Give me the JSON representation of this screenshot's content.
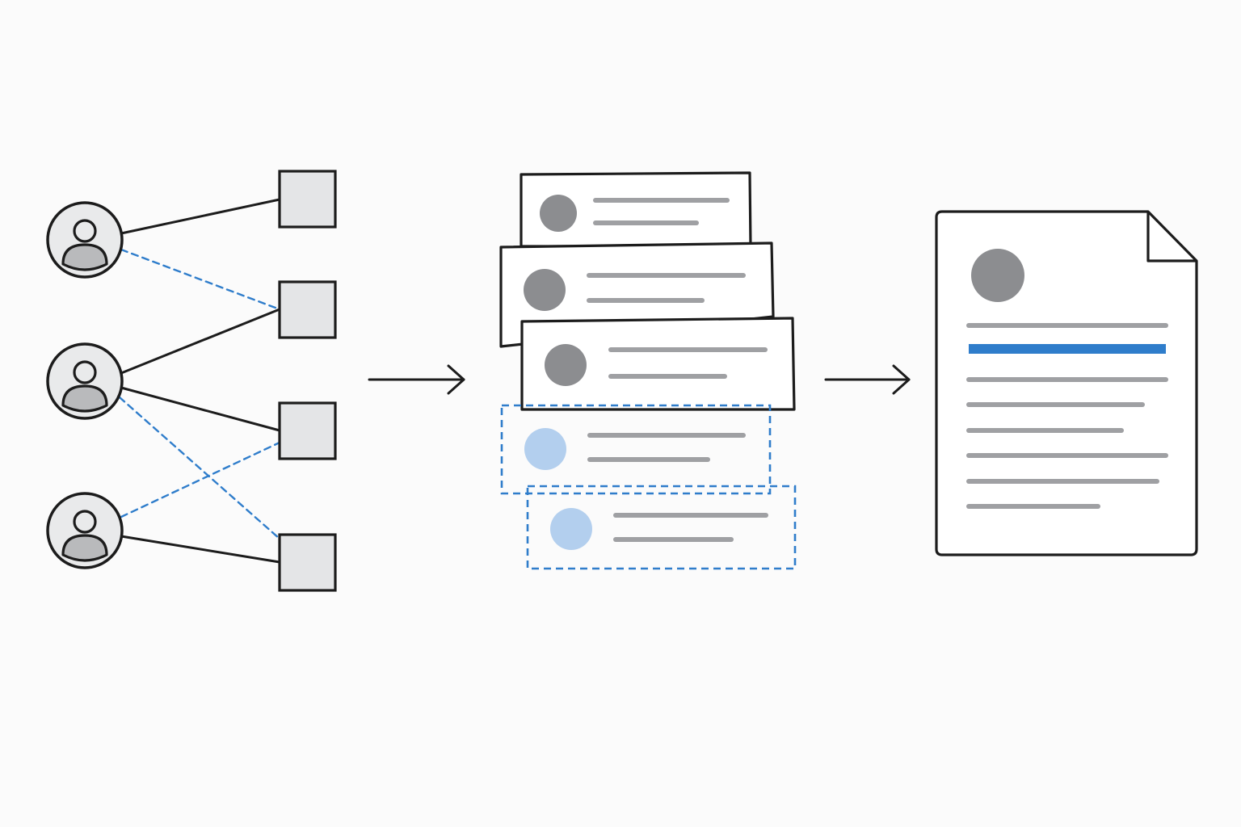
{
  "colors": {
    "background": "#fbfbfb",
    "stroke": "#1c1c1c",
    "accent": "#2f7dcb",
    "accent_light": "#b3cfee",
    "gray_dot": "#8c8d90",
    "gray_line": "#9fa0a3",
    "node_fill": "#e4e5e7",
    "user_fill": "#e9eaeb",
    "user_glyph_fill": "#b9babc"
  },
  "users": [
    {
      "name": "user-1",
      "icon": "user-icon"
    },
    {
      "name": "user-2",
      "icon": "user-icon"
    },
    {
      "name": "user-3",
      "icon": "user-icon"
    }
  ],
  "items": [
    {
      "name": "item-1",
      "icon": "square-node"
    },
    {
      "name": "item-2",
      "icon": "square-node"
    },
    {
      "name": "item-3",
      "icon": "square-node"
    },
    {
      "name": "item-4",
      "icon": "square-node"
    }
  ],
  "links": [
    {
      "from": 0,
      "to": 0,
      "style": "solid"
    },
    {
      "from": 0,
      "to": 1,
      "style": "dashed"
    },
    {
      "from": 1,
      "to": 1,
      "style": "solid"
    },
    {
      "from": 1,
      "to": 2,
      "style": "solid"
    },
    {
      "from": 1,
      "to": 3,
      "style": "dashed"
    },
    {
      "from": 2,
      "to": 2,
      "style": "dashed"
    },
    {
      "from": 2,
      "to": 3,
      "style": "solid"
    }
  ],
  "cards": [
    {
      "name": "card-1",
      "style": "solid"
    },
    {
      "name": "card-2",
      "style": "solid"
    },
    {
      "name": "card-3",
      "style": "solid"
    },
    {
      "name": "card-4",
      "style": "dashed"
    },
    {
      "name": "card-5",
      "style": "dashed"
    }
  ],
  "document": {
    "icon": "document-icon",
    "highlighted_line": 1,
    "line_count": 8
  },
  "arrows": [
    {
      "name": "arrow-to-cards",
      "icon": "arrow-right-icon"
    },
    {
      "name": "arrow-to-document",
      "icon": "arrow-right-icon"
    }
  ]
}
